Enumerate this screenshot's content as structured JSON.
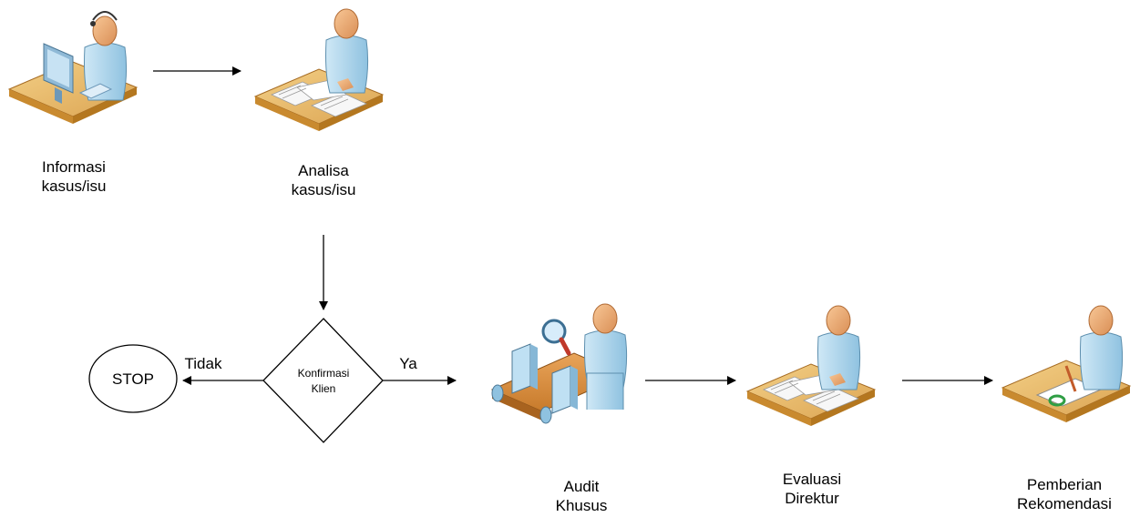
{
  "nodes": {
    "info": {
      "line1": "Informasi",
      "line2": "kasus/isu",
      "icon": "operator-at-computer-icon"
    },
    "analysis": {
      "line1": "Analisa",
      "line2": "kasus/isu",
      "icon": "person-reviewing-documents-icon"
    },
    "decision": {
      "line1": "Konfirmasi",
      "line2": "Klien"
    },
    "stop": {
      "label": "STOP"
    },
    "audit": {
      "line1": "Audit",
      "line2": "Khusus",
      "icon": "inspector-conveyor-icon"
    },
    "evaluation": {
      "line1": "Evaluasi",
      "line2": "Direktur",
      "icon": "person-reviewing-documents-icon"
    },
    "recommendation": {
      "line1": "Pemberian",
      "line2": "Rekomendasi",
      "icon": "person-signing-document-icon"
    }
  },
  "edges": {
    "no_label": "Tidak",
    "yes_label": "Ya"
  },
  "colors": {
    "skin": "#f2b47e",
    "shirt": "#a9d3ea",
    "desk": "#e7b666",
    "desk_side": "#c98a2f",
    "paper": "#f7f7f7",
    "belt": "#d58b3a",
    "check": "#2f9e44"
  }
}
